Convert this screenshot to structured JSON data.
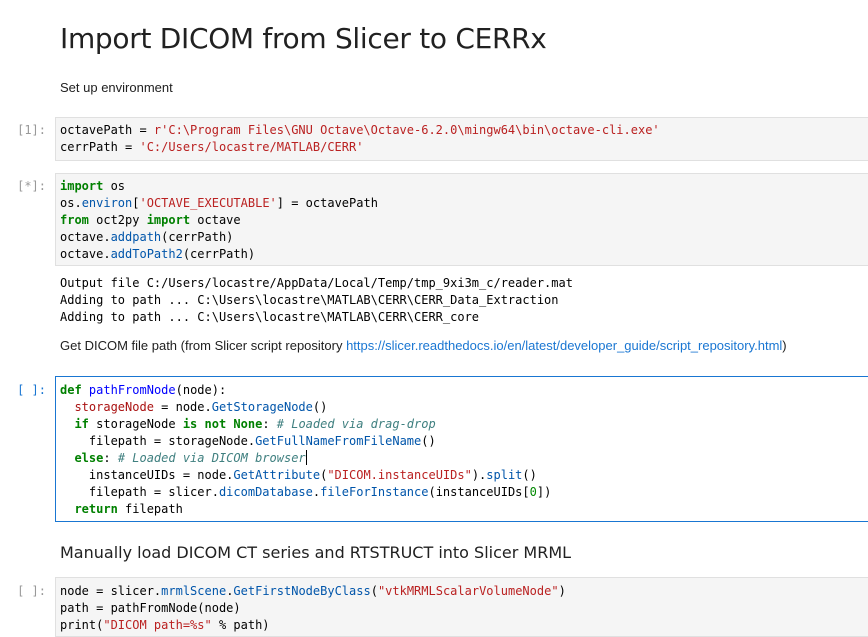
{
  "title": "Import DICOM from Slicer to CERRx",
  "md1": "Set up environment",
  "md2_text": "Get DICOM file path (from Slicer script repository ",
  "md2_link": "https://slicer.readthedocs.io/en/latest/developer_guide/script_repository.html",
  "md2_end": ")",
  "md3": "Manually load DICOM CT series and RTSTRUCT into Slicer MRML",
  "cells": [
    {
      "prompt": "[1]:",
      "lines": [
        [
          [
            "",
            "octavePath = "
          ],
          [
            "str",
            "r'C:\\Program Files\\GNU Octave\\Octave-6.2.0\\mingw64\\bin\\octave-cli.exe'"
          ]
        ],
        [
          [
            "",
            "cerrPath = "
          ],
          [
            "str",
            "'C:/Users/locastre/MATLAB/CERR'"
          ]
        ]
      ]
    },
    {
      "prompt": "[*]:",
      "lines": [
        [
          [
            "kw",
            "import"
          ],
          [
            "",
            " os"
          ]
        ],
        [
          [
            "",
            "os."
          ],
          [
            "fn",
            "environ"
          ],
          [
            "",
            "["
          ],
          [
            "str",
            "'OCTAVE_EXECUTABLE'"
          ],
          [
            "",
            "] = octavePath"
          ]
        ],
        [
          [
            "kw",
            "from"
          ],
          [
            "",
            " oct2py "
          ],
          [
            "kw",
            "import"
          ],
          [
            "",
            " octave"
          ]
        ],
        [
          [
            "",
            "octave."
          ],
          [
            "fn",
            "addpath"
          ],
          [
            "",
            "(cerrPath)"
          ]
        ],
        [
          [
            "",
            "octave."
          ],
          [
            "fn",
            "addToPath2"
          ],
          [
            "",
            "(cerrPath)"
          ]
        ]
      ],
      "output": [
        "Output file C:/Users/locastre/AppData/Local/Temp/tmp_9xi3m_c/reader.mat",
        "Adding to path ... C:\\Users\\locastre\\MATLAB\\CERR\\CERR_Data_Extraction",
        "Adding to path ... C:\\Users\\locastre\\MATLAB\\CERR\\CERR_core"
      ]
    },
    {
      "prompt": "[ ]:",
      "lines": [
        [
          [
            "kw",
            "def"
          ],
          [
            "",
            " "
          ],
          [
            "def",
            "pathFromNode"
          ],
          [
            "",
            "(node):"
          ]
        ],
        [
          [
            "",
            "  "
          ],
          [
            "var",
            "storageNode"
          ],
          [
            "",
            " = node."
          ],
          [
            "fn",
            "GetStorageNode"
          ],
          [
            "",
            "()"
          ]
        ],
        [
          [
            "",
            "  "
          ],
          [
            "kw",
            "if"
          ],
          [
            "",
            " storageNode "
          ],
          [
            "kw",
            "is not None"
          ],
          [
            "",
            ": "
          ],
          [
            "cm",
            "# Loaded via drag-drop"
          ]
        ],
        [
          [
            "",
            "    filepath = storageNode."
          ],
          [
            "fn",
            "GetFullNameFromFileName"
          ],
          [
            "",
            "()"
          ]
        ],
        [
          [
            "",
            "  "
          ],
          [
            "kw",
            "else"
          ],
          [
            "",
            ": "
          ],
          [
            "cm",
            "# Loaded via DICOM browser"
          ],
          [
            "caret",
            ""
          ]
        ],
        [
          [
            "",
            "    instanceUIDs = node."
          ],
          [
            "fn",
            "GetAttribute"
          ],
          [
            "",
            "("
          ],
          [
            "str",
            "\"DICOM.instanceUIDs\""
          ],
          [
            "",
            ")."
          ],
          [
            "fn",
            "split"
          ],
          [
            "",
            "()"
          ]
        ],
        [
          [
            "",
            "    filepath = slicer."
          ],
          [
            "fn",
            "dicomDatabase"
          ],
          [
            "",
            "."
          ],
          [
            "fn",
            "fileForInstance"
          ],
          [
            "",
            "(instanceUIDs["
          ],
          [
            "num",
            "0"
          ],
          [
            "",
            "])"
          ]
        ],
        [
          [
            "",
            "  "
          ],
          [
            "kw",
            "return"
          ],
          [
            "",
            " filepath"
          ]
        ]
      ]
    },
    {
      "prompt": "[ ]:",
      "lines": [
        [
          [
            "",
            "node = slicer."
          ],
          [
            "fn",
            "mrmlScene"
          ],
          [
            "",
            "."
          ],
          [
            "fn",
            "GetFirstNodeByClass"
          ],
          [
            "",
            "("
          ],
          [
            "str",
            "\"vtkMRMLScalarVolumeNode\""
          ],
          [
            "",
            ")"
          ]
        ],
        [
          [
            "",
            "path = pathFromNode(node)"
          ]
        ],
        [
          [
            "",
            "print("
          ],
          [
            "str",
            "\"DICOM path=%s\""
          ],
          [
            "",
            " % path)"
          ]
        ]
      ]
    }
  ]
}
